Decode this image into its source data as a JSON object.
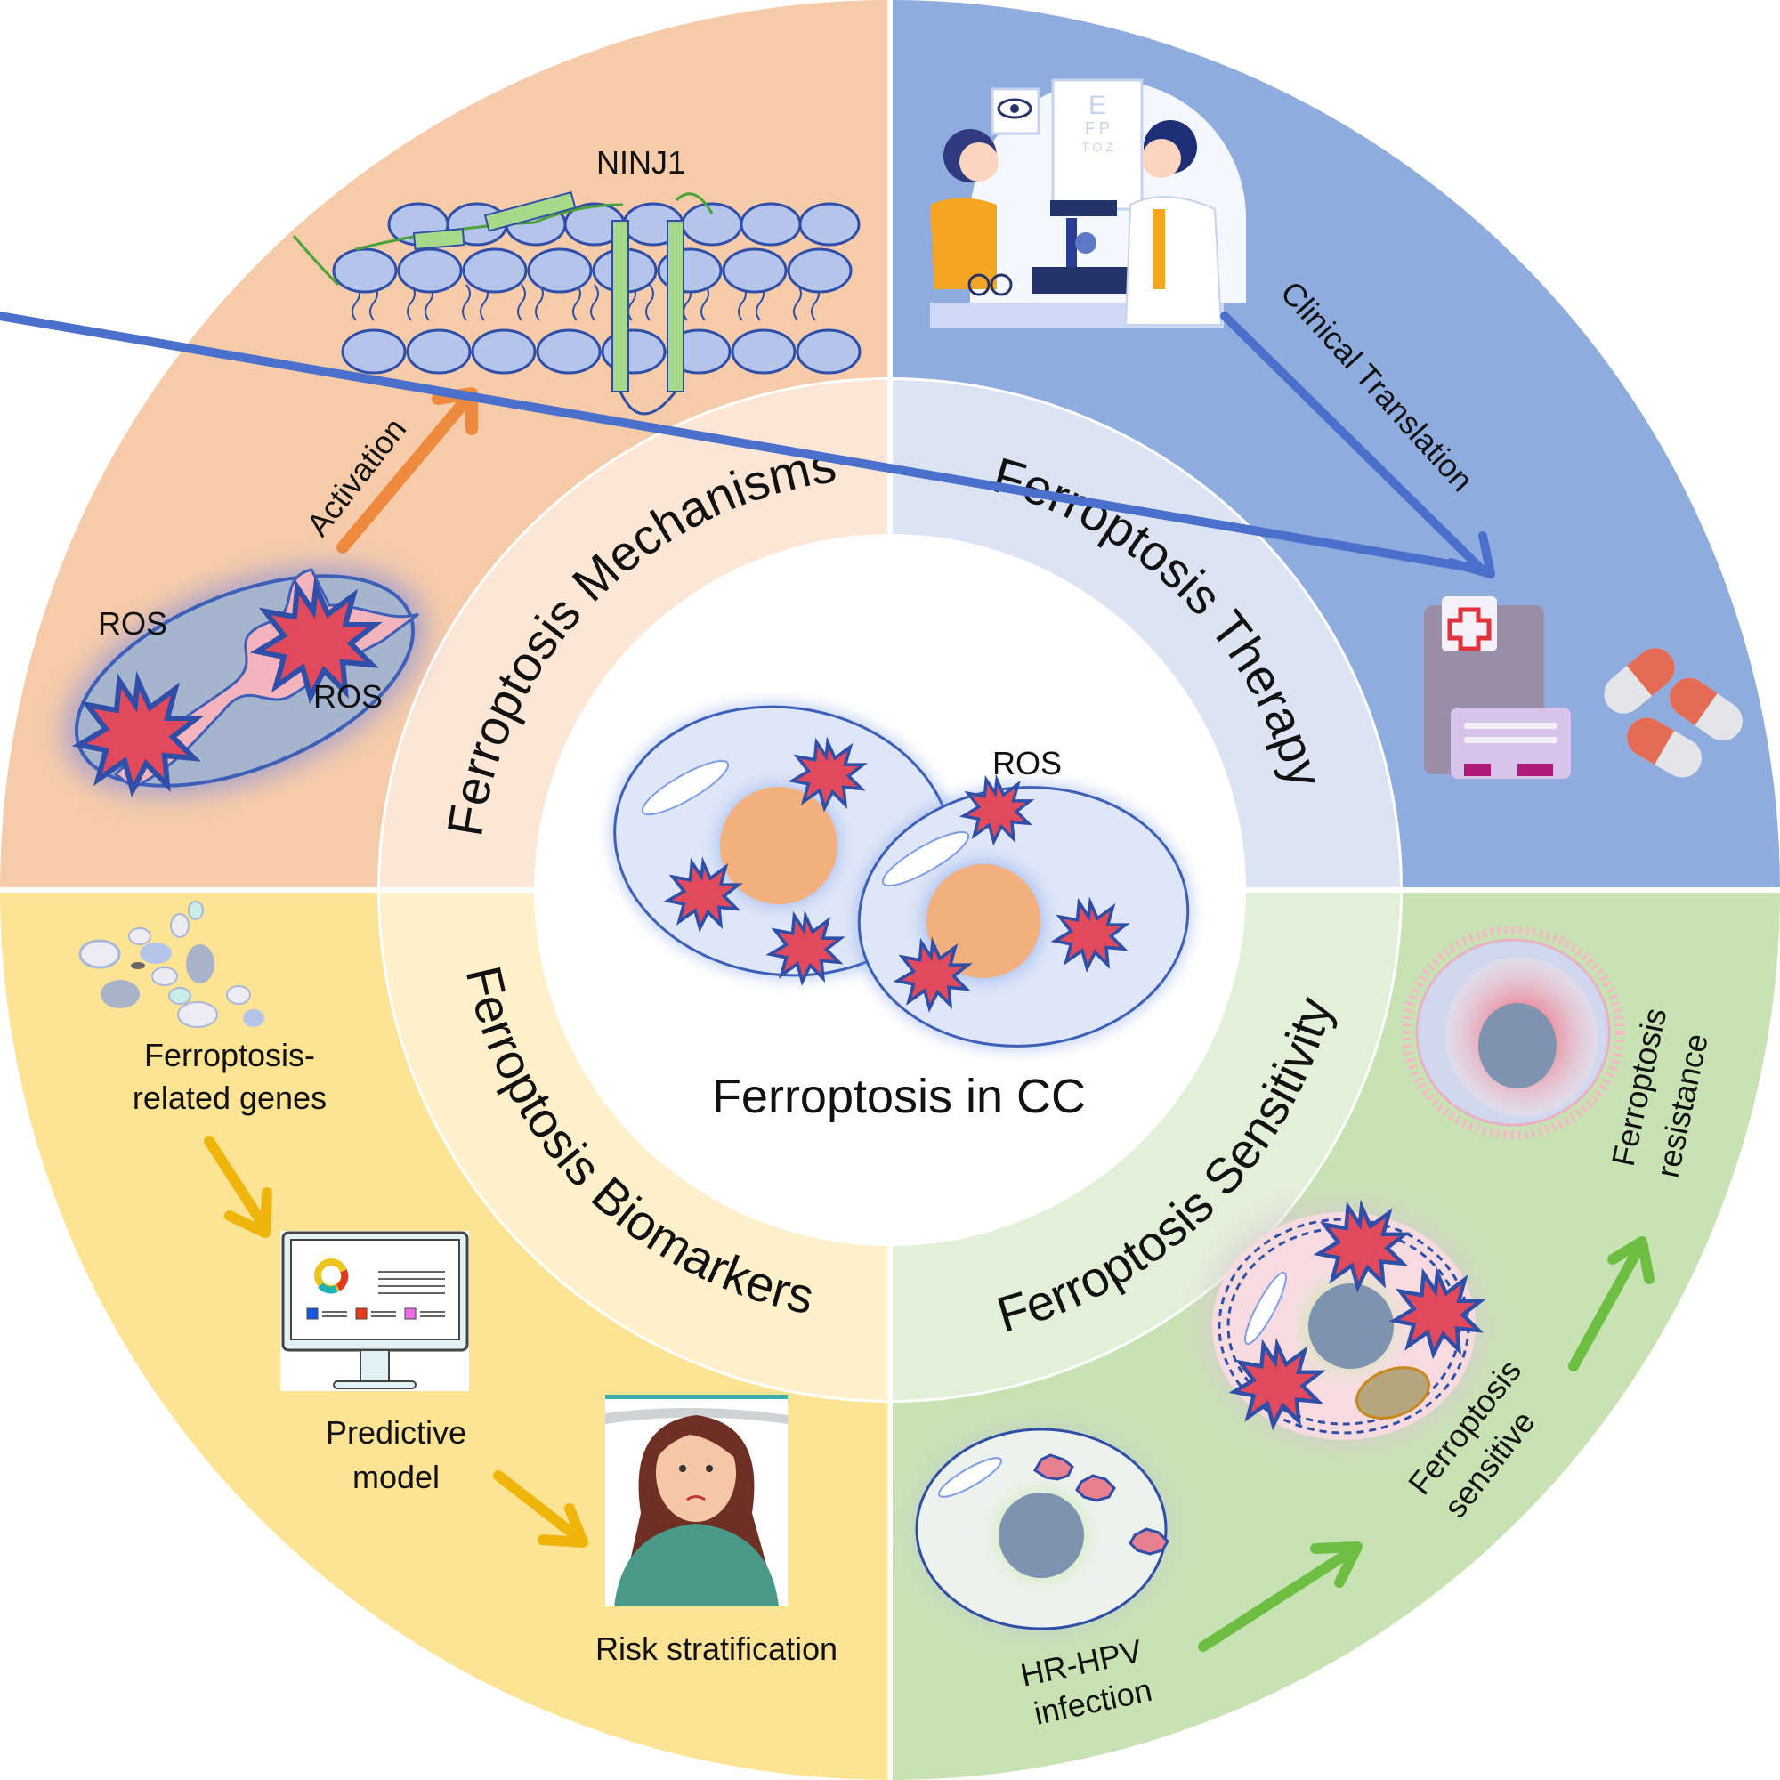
{
  "center": {
    "title": "Ferroptosis in CC",
    "ros_label": "ROS"
  },
  "colors": {
    "mechanisms_outer": "#F6CBA9",
    "mechanisms_inner": "#FCE6D6",
    "therapy_outer": "#8FACDF",
    "therapy_inner": "#DCE4F4",
    "biomarkers_outer": "#FDE394",
    "biomarkers_inner": "#FDF0CB",
    "sensitivity_outer": "#C8E2B4",
    "sensitivity_inner": "#E3F0D9",
    "ros_red": "#E04A5C",
    "nucleus_orange": "#F2B07E"
  },
  "quadrants": {
    "mechanisms": {
      "title": "Ferroptosis Mechanisms",
      "protein_label": "NINJ1",
      "arrow_label": "Activation",
      "ros_label_1": "ROS",
      "ros_label_2": "ROS"
    },
    "therapy": {
      "title": "Ferroptosis Therapy",
      "arrow_label": "Clinical Translation"
    },
    "biomarkers": {
      "title": "Ferroptosis Biomarkers",
      "step1_line1": "Ferroptosis-",
      "step1_line2": "related genes",
      "step2_line1": "Predictive",
      "step2_line2": "model",
      "step3": "Risk stratification"
    },
    "sensitivity": {
      "title": "Ferroptosis Sensitivity",
      "stage1_line1": "HR-HPV",
      "stage1_line2": "infection",
      "stage2_line1": "Ferroptosis",
      "stage2_line2": "sensitive",
      "stage3_line1": "Ferroptosis",
      "stage3_line2": "resistance"
    }
  }
}
